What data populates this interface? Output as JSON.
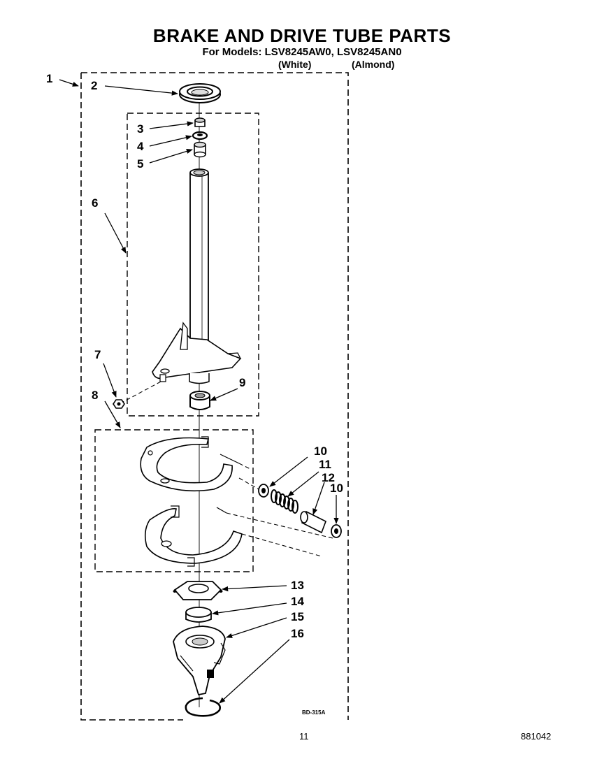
{
  "header": {
    "title": "BRAKE AND DRIVE TUBE PARTS",
    "subtitle": "For Models: LSV8245AW0, LSV8245AN0",
    "variant_white": "(White)",
    "variant_almond": "(Almond)"
  },
  "callouts": [
    "1",
    "2",
    "3",
    "4",
    "5",
    "6",
    "7",
    "8",
    "9",
    "10",
    "11",
    "12",
    "10",
    "13",
    "14",
    "15",
    "16"
  ],
  "diagram_code": "BD-315A",
  "footer": {
    "page_number": "11",
    "doc_number": "881042"
  }
}
